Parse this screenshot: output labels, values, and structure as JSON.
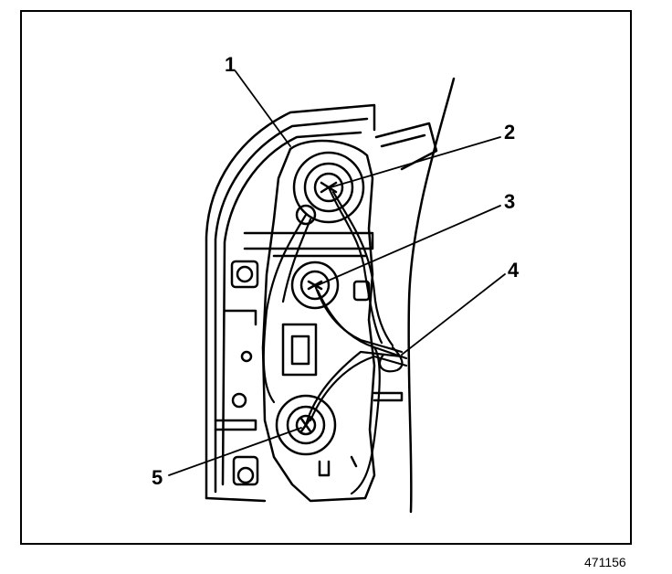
{
  "callouts": [
    {
      "id": "1",
      "label": "1"
    },
    {
      "id": "2",
      "label": "2"
    },
    {
      "id": "3",
      "label": "3"
    },
    {
      "id": "4",
      "label": "4"
    },
    {
      "id": "5",
      "label": "5"
    }
  ],
  "figure_number": "471156",
  "colors": {
    "ink": "#000000",
    "paper": "#ffffff",
    "shade": "#5a5a5a"
  }
}
